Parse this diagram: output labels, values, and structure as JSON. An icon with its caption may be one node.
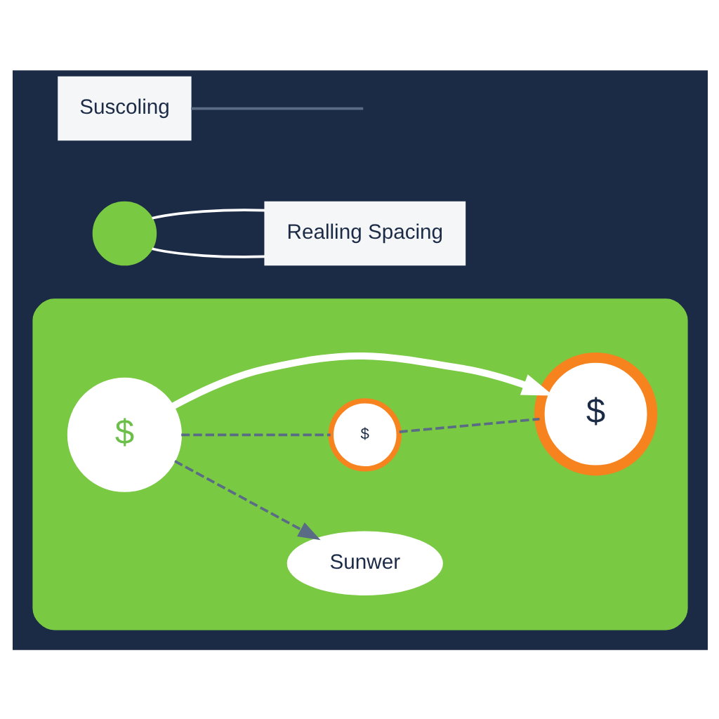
{
  "diagram": {
    "nodes": [
      {
        "text": [],
        "shape": "box"
      },
      {
        "text": [
          "Sunwer"
        ],
        "in": 0
      },
      {
        "text": [
          "$"
        ],
        "in": 0
      },
      {
        "text": [
          "$"
        ],
        "in": 0
      },
      {
        "text": [
          "$"
        ],
        "in": 0
      },
      {
        "text": [],
        "shape": "circle"
      },
      {
        "text": [
          "Realling Spacing"
        ]
      },
      {
        "text": [
          "Suscoling"
        ]
      }
    ],
    "edges": [
      {
        "from": 2,
        "to": 1,
        "arrow": "to",
        "style": "dashed"
      },
      {
        "from": 2,
        "to": 4,
        "arrow": "to",
        "style": "thick",
        "color": "#ffffff"
      },
      {
        "from": 2,
        "to": 3,
        "arrow": "none",
        "style": "dashed"
      },
      {
        "from": 3,
        "to": 4,
        "arrow": "none",
        "style": "dashed"
      },
      {
        "from": 5,
        "to": 6,
        "arrow": "none",
        "color": "#ffffff"
      },
      {
        "from": 5,
        "to": 6,
        "arrow": "none",
        "color": "#ffffff"
      },
      {
        "from": 7,
        "to": null,
        "arrow": "none"
      }
    ]
  }
}
